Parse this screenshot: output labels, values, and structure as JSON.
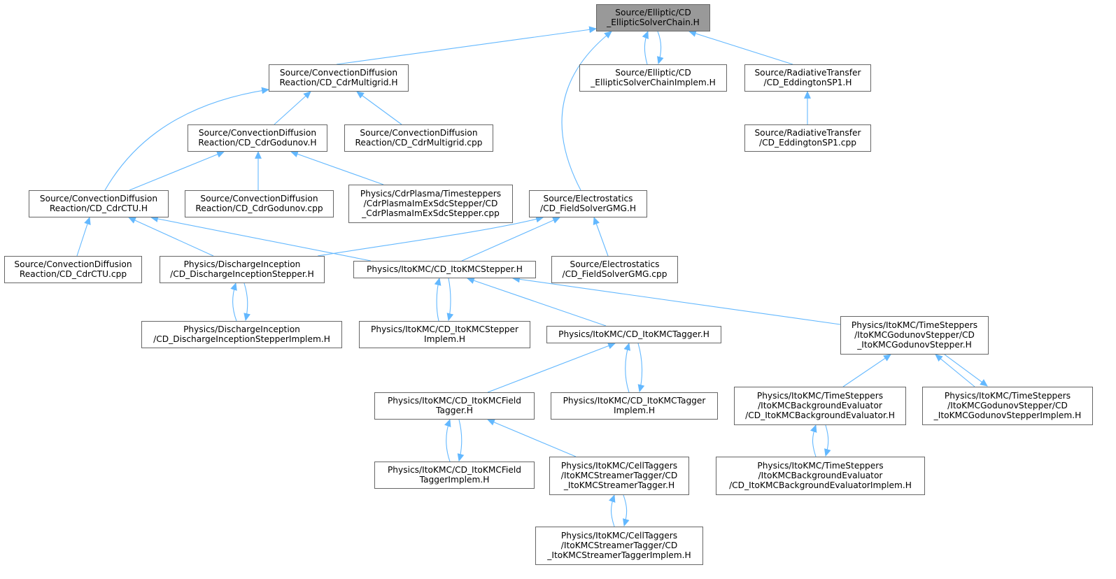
{
  "colors": {
    "edge": "#63b8ff",
    "node_border": "#666666",
    "root_fill": "#999999",
    "node_fill": "#ffffff"
  },
  "nodes": [
    {
      "id": "root",
      "lines": [
        "Source/Elliptic/CD",
        "_EllipticSolverChain.H"
      ],
      "root": true
    },
    {
      "id": "cdrmg_h",
      "lines": [
        "Source/ConvectionDiffusion",
        "Reaction/CD_CdrMultigrid.H"
      ]
    },
    {
      "id": "chainimplem",
      "lines": [
        "Source/Elliptic/CD",
        "_EllipticSolverChainImplem.H"
      ]
    },
    {
      "id": "sp1_h",
      "lines": [
        "Source/RadiativeTransfer",
        "/CD_EddingtonSP1.H"
      ]
    },
    {
      "id": "godunov_h",
      "lines": [
        "Source/ConvectionDiffusion",
        "Reaction/CD_CdrGodunov.H"
      ]
    },
    {
      "id": "cdrmg_cpp",
      "lines": [
        "Source/ConvectionDiffusion",
        "Reaction/CD_CdrMultigrid.cpp"
      ]
    },
    {
      "id": "sp1_cpp",
      "lines": [
        "Source/RadiativeTransfer",
        "/CD_EddingtonSP1.cpp"
      ]
    },
    {
      "id": "ctu_h",
      "lines": [
        "Source/ConvectionDiffusion",
        "Reaction/CD_CdrCTU.H"
      ]
    },
    {
      "id": "godunov_cpp",
      "lines": [
        "Source/ConvectionDiffusion",
        "Reaction/CD_CdrGodunov.cpp"
      ]
    },
    {
      "id": "imex_cpp",
      "lines": [
        "Physics/CdrPlasma/Timesteppers",
        "/CdrPlasmaImExSdcStepper/CD",
        "_CdrPlasmaImExSdcStepper.cpp"
      ]
    },
    {
      "id": "gmg_h",
      "lines": [
        "Source/Electrostatics",
        "/CD_FieldSolverGMG.H"
      ]
    },
    {
      "id": "ctu_cpp",
      "lines": [
        "Source/ConvectionDiffusion",
        "Reaction/CD_CdrCTU.cpp"
      ]
    },
    {
      "id": "dis_h",
      "lines": [
        "Physics/DischargeInception",
        "/CD_DischargeInceptionStepper.H"
      ]
    },
    {
      "id": "ito_stepper_h",
      "lines": [
        "Physics/ItoKMC/CD_ItoKMCStepper.H"
      ]
    },
    {
      "id": "gmg_cpp",
      "lines": [
        "Source/Electrostatics",
        "/CD_FieldSolverGMG.cpp"
      ]
    },
    {
      "id": "dis_implem",
      "lines": [
        "Physics/DischargeInception",
        "/CD_DischargeInceptionStepperImplem.H"
      ]
    },
    {
      "id": "ito_stepper_implem",
      "lines": [
        "Physics/ItoKMC/CD_ItoKMCStepper",
        "Implem.H"
      ]
    },
    {
      "id": "tagger_h",
      "lines": [
        "Physics/ItoKMC/CD_ItoKMCTagger.H"
      ]
    },
    {
      "id": "godstep_h",
      "lines": [
        "Physics/ItoKMC/TimeSteppers",
        "/ItoKMCGodunovStepper/CD",
        "_ItoKMCGodunovStepper.H"
      ]
    },
    {
      "id": "field_tagger_h",
      "lines": [
        "Physics/ItoKMC/CD_ItoKMCField",
        "Tagger.H"
      ]
    },
    {
      "id": "tagger_implem",
      "lines": [
        "Physics/ItoKMC/CD_ItoKMCTagger",
        "Implem.H"
      ]
    },
    {
      "id": "bg_eval_h",
      "lines": [
        "Physics/ItoKMC/TimeSteppers",
        "/ItoKMCBackgroundEvaluator",
        "/CD_ItoKMCBackgroundEvaluator.H"
      ]
    },
    {
      "id": "godstep_implem",
      "lines": [
        "Physics/ItoKMC/TimeSteppers",
        "/ItoKMCGodunovStepper/CD",
        "_ItoKMCGodunovStepperImplem.H"
      ]
    },
    {
      "id": "field_tagger_implem",
      "lines": [
        "Physics/ItoKMC/CD_ItoKMCField",
        "TaggerImplem.H"
      ]
    },
    {
      "id": "streamer_h",
      "lines": [
        "Physics/ItoKMC/CellTaggers",
        "/ItoKMCStreamerTagger/CD",
        "_ItoKMCStreamerTagger.H"
      ]
    },
    {
      "id": "bg_eval_implem",
      "lines": [
        "Physics/ItoKMC/TimeSteppers",
        "/ItoKMCBackgroundEvaluator",
        "/CD_ItoKMCBackgroundEvaluatorImplem.H"
      ]
    },
    {
      "id": "streamer_implem",
      "lines": [
        "Physics/ItoKMC/CellTaggers",
        "/ItoKMCStreamerTagger/CD",
        "_ItoKMCStreamerTaggerImplem.H"
      ]
    }
  ],
  "edges": [
    {
      "from": "cdrmg_h",
      "to": "root"
    },
    {
      "from": "chainimplem",
      "to": "root"
    },
    {
      "from": "root",
      "to": "chainimplem"
    },
    {
      "from": "sp1_h",
      "to": "root"
    },
    {
      "from": "gmg_h",
      "to": "root"
    },
    {
      "from": "godunov_h",
      "to": "cdrmg_h"
    },
    {
      "from": "cdrmg_cpp",
      "to": "cdrmg_h"
    },
    {
      "from": "ctu_h",
      "to": "cdrmg_h"
    },
    {
      "from": "sp1_cpp",
      "to": "sp1_h"
    },
    {
      "from": "ctu_h",
      "to": "godunov_h"
    },
    {
      "from": "godunov_cpp",
      "to": "godunov_h"
    },
    {
      "from": "imex_cpp",
      "to": "godunov_h"
    },
    {
      "from": "ctu_cpp",
      "to": "ctu_h"
    },
    {
      "from": "dis_h",
      "to": "ctu_h"
    },
    {
      "from": "ito_stepper_h",
      "to": "ctu_h"
    },
    {
      "from": "dis_h",
      "to": "gmg_h"
    },
    {
      "from": "ito_stepper_h",
      "to": "gmg_h"
    },
    {
      "from": "gmg_cpp",
      "to": "gmg_h"
    },
    {
      "from": "dis_implem",
      "to": "dis_h"
    },
    {
      "from": "dis_h",
      "to": "dis_implem"
    },
    {
      "from": "ito_stepper_implem",
      "to": "ito_stepper_h"
    },
    {
      "from": "ito_stepper_h",
      "to": "ito_stepper_implem"
    },
    {
      "from": "tagger_h",
      "to": "ito_stepper_h"
    },
    {
      "from": "godstep_h",
      "to": "ito_stepper_h"
    },
    {
      "from": "field_tagger_h",
      "to": "tagger_h"
    },
    {
      "from": "tagger_implem",
      "to": "tagger_h"
    },
    {
      "from": "tagger_h",
      "to": "tagger_implem"
    },
    {
      "from": "bg_eval_h",
      "to": "godstep_h"
    },
    {
      "from": "godstep_implem",
      "to": "godstep_h"
    },
    {
      "from": "godstep_h",
      "to": "godstep_implem"
    },
    {
      "from": "field_tagger_implem",
      "to": "field_tagger_h"
    },
    {
      "from": "field_tagger_h",
      "to": "field_tagger_implem"
    },
    {
      "from": "streamer_h",
      "to": "field_tagger_h"
    },
    {
      "from": "bg_eval_implem",
      "to": "bg_eval_h"
    },
    {
      "from": "bg_eval_h",
      "to": "bg_eval_implem"
    },
    {
      "from": "streamer_implem",
      "to": "streamer_h"
    },
    {
      "from": "streamer_h",
      "to": "streamer_implem"
    }
  ]
}
